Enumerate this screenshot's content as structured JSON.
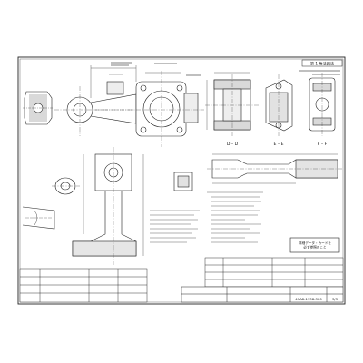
{
  "title_block": {
    "drawing_no": "49A8-1138-300",
    "sheet": "3/3"
  },
  "section_labels": {
    "d": "D – D",
    "e": "E – E",
    "f": "F – F"
  },
  "stamp_box": "第 1 角法図法",
  "callout_box": "詳細データ・カードを\n必ず参照のこと"
}
